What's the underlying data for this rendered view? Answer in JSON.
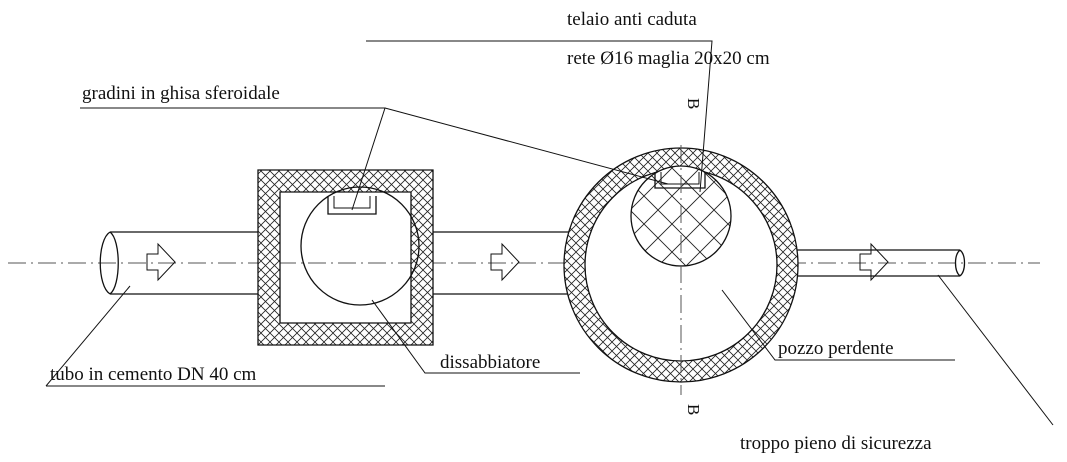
{
  "labels": {
    "telaio": "telaio anti caduta",
    "rete": "rete Ø16 maglia 20x20 cm",
    "gradini": "gradini in ghisa sferoidale",
    "tubo": "tubo in cemento DN 40 cm",
    "dissabbiatore": "dissabbiatore",
    "pozzo": "pozzo perdente",
    "troppo": "troppo pieno di sicurezza"
  },
  "section_marks": {
    "top": "B",
    "bottom": "B"
  },
  "colors": {
    "line": "#111111",
    "axis": "#555555",
    "background": "#ffffff"
  },
  "icons": [
    "flow-arrow",
    "cross-hatch"
  ]
}
